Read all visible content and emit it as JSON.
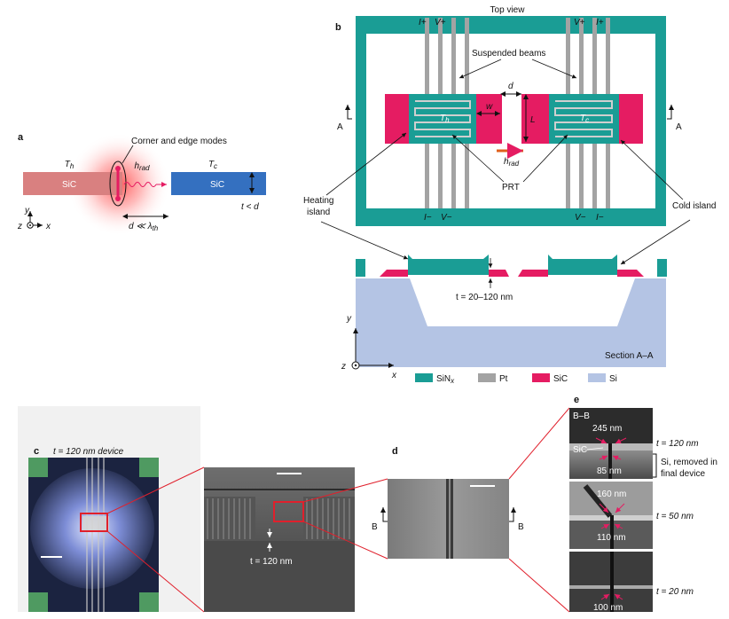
{
  "panel_a": {
    "label": "a",
    "corner_edge_modes": "Corner and edge modes",
    "t_hot": "T",
    "t_hot_sub": "h",
    "t_cold": "T",
    "t_cold_sub": "c",
    "h_rad": "h",
    "h_rad_sub": "rad",
    "sic_left": "SiC",
    "sic_right": "SiC",
    "gap": "d ≪ λ",
    "gap_sub": "th",
    "t_lt_d": "t < d",
    "axis_y": "y",
    "axis_z": "z",
    "axis_x": "x",
    "colors": {
      "sic_hot": "#d98080",
      "sic_cold": "#3470c0",
      "glow": "#ff3b3b"
    }
  },
  "panel_b": {
    "label": "b",
    "title": "Top view",
    "suspended_beams": "Suspended beams",
    "i_plus": "I+",
    "v_plus": "V+",
    "i_minus": "I−",
    "v_minus": "V−",
    "t_hot": "T",
    "t_hot_sub": "h",
    "t_cold": "T",
    "t_cold_sub": "c",
    "w": "w",
    "d": "d",
    "L": "L",
    "h_rad": "h",
    "h_rad_sub": "rad",
    "prt": "PRT",
    "section_a": "A",
    "heating_island_1": "Heating",
    "heating_island_2": "island",
    "cold_island": "Cold island",
    "thickness": "t = 20–120 nm",
    "section_title": "Section A–A",
    "axis_y": "y",
    "axis_z": "z",
    "axis_x": "x",
    "legend": [
      {
        "label": "SiN",
        "sub": "x",
        "color": "#1a9d95"
      },
      {
        "label": "Pt",
        "sub": "",
        "color": "#a3a3a3"
      },
      {
        "label": "SiC",
        "sub": "",
        "color": "#e51c62"
      },
      {
        "label": "Si",
        "sub": "",
        "color": "#b4c4e4"
      }
    ],
    "colors": {
      "sinx": "#1a9d95",
      "pt": "#a3a3a3",
      "sic": "#e51c62",
      "si": "#b4c4e4",
      "arrow": "#e0601c"
    }
  },
  "panel_c": {
    "label": "c",
    "caption": "t = 120 nm device",
    "zoom_label": "t = 120 nm"
  },
  "panel_d": {
    "label": "d",
    "section_b": "B"
  },
  "panel_e": {
    "label": "e",
    "section_title": "B–B",
    "row1_top": "245 nm",
    "row1_bottom": "85 nm",
    "row1_material": "SiC",
    "row1_t": "t = 120 nm",
    "si_note_1": "Si, removed in",
    "si_note_2": "final device",
    "row2_top": "160 nm",
    "row2_bottom": "110 nm",
    "row2_t": "t = 50 nm",
    "row3_bottom": "100 nm",
    "row3_t": "t = 20 nm"
  }
}
